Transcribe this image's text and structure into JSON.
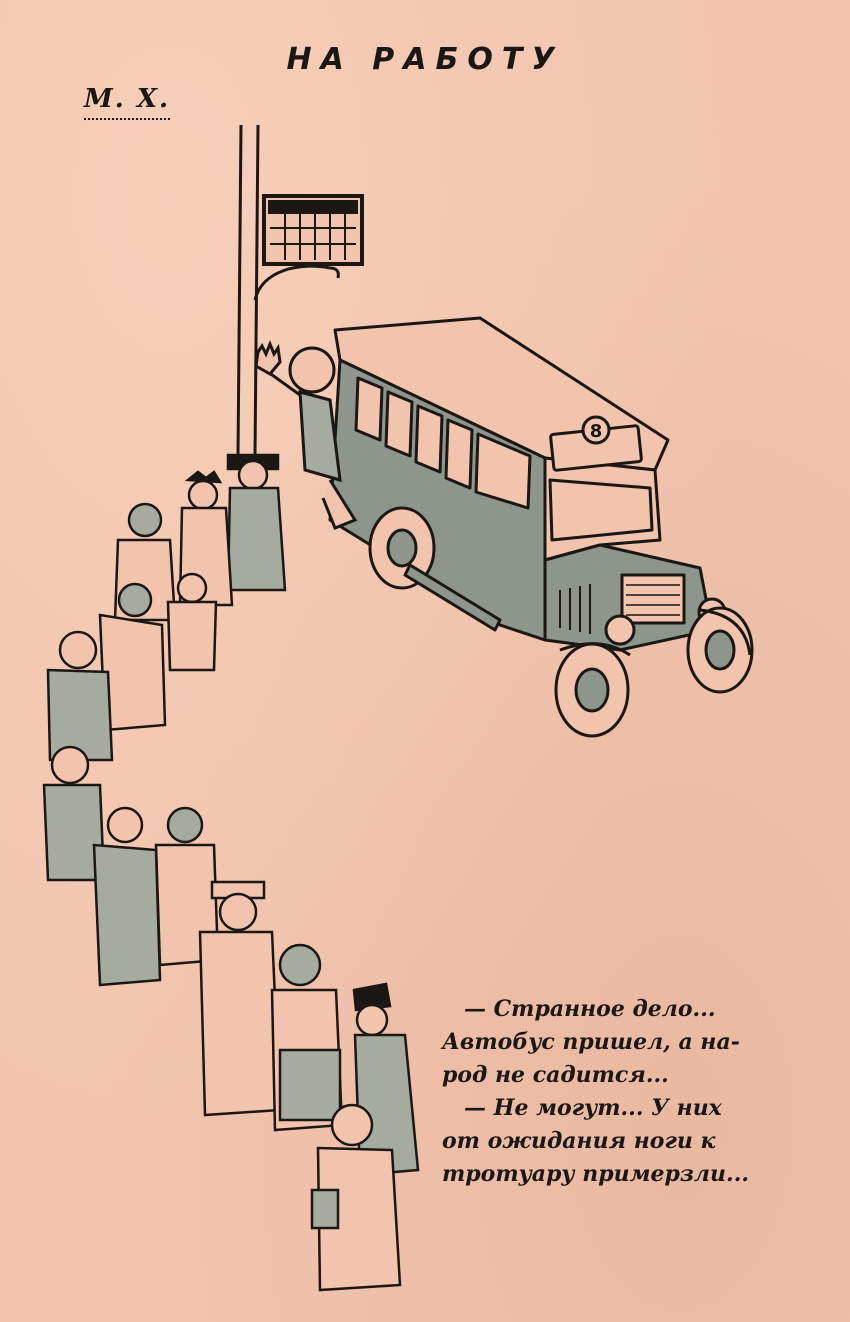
{
  "page": {
    "title": "НА РАБОТУ",
    "author": "М. Х."
  },
  "illustration": {
    "bus_route_number": "8"
  },
  "caption": {
    "lines": [
      "— Странное дело...",
      "Автобус пришел, а на-",
      "род не садится...",
      "— Не могут... У них",
      "от ожидания ноги к",
      "тротуару примерзли..."
    ]
  },
  "colors": {
    "paper": "#f2c4ae",
    "ink": "#1b1714",
    "bus_gray": "#8d958c",
    "coat_gray": "#a6ab9f"
  }
}
